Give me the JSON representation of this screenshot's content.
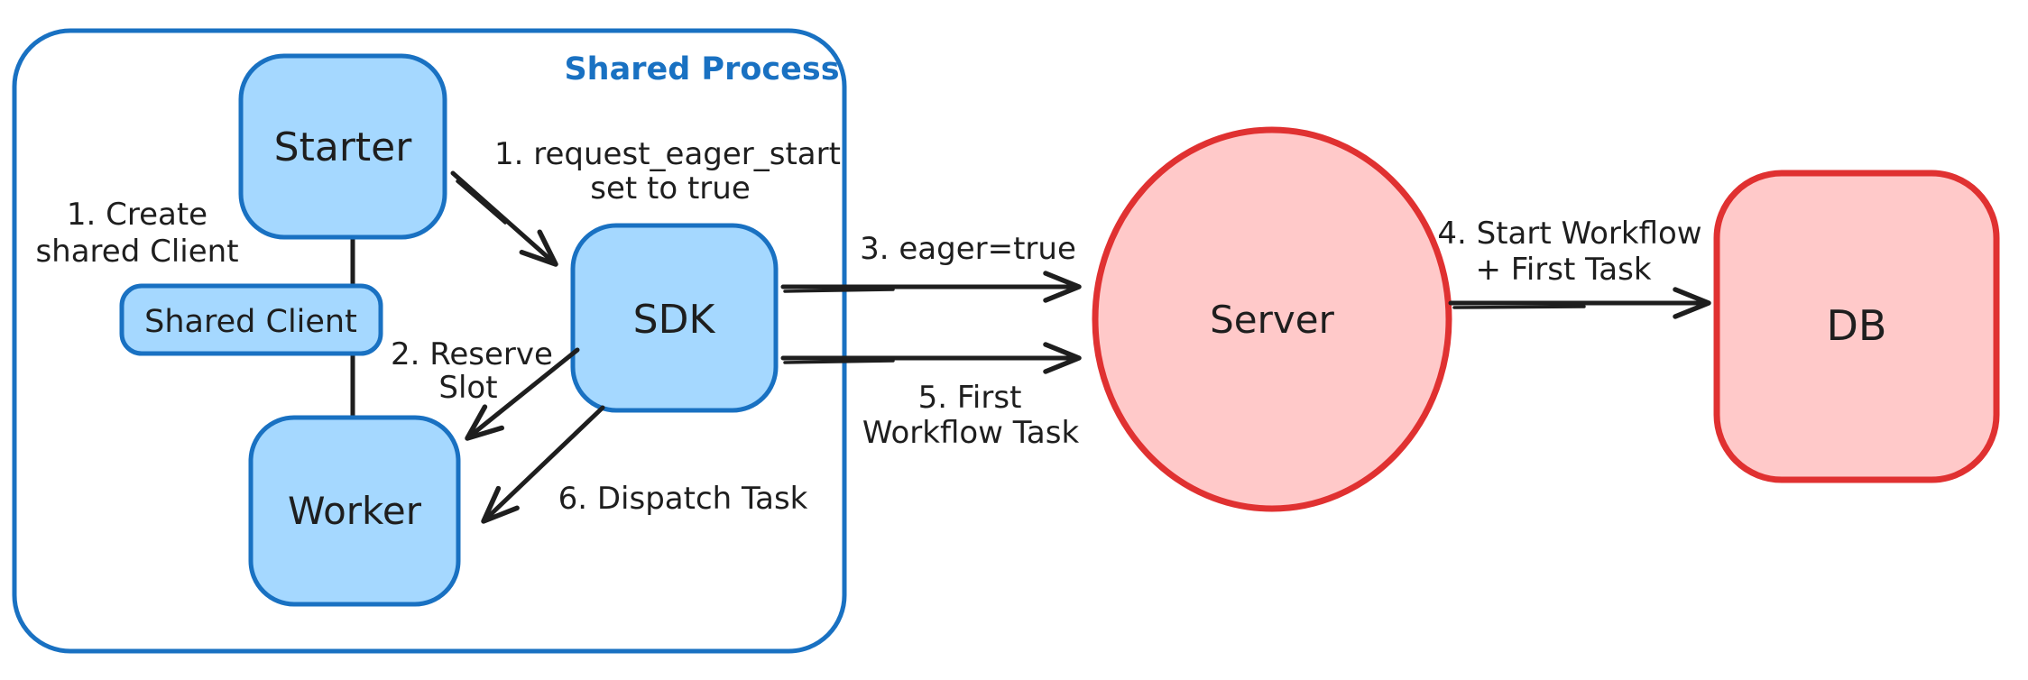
{
  "diagram": {
    "colors": {
      "ink": "#1e1e1e",
      "blue_stroke": "#1971c2",
      "blue_fill": "#a5d8ff",
      "red_stroke": "#e03131",
      "red_fill": "#ffc9c9",
      "background": "#ffffff"
    },
    "container": {
      "label": "Shared Process"
    },
    "nodes": {
      "starter": {
        "label": "Starter",
        "shape": "rounded-rect",
        "fill": "#a5d8ff",
        "stroke": "#1971c2"
      },
      "shared_client": {
        "label": "Shared Client",
        "shape": "rounded-rect",
        "fill": "#a5d8ff",
        "stroke": "#1971c2"
      },
      "worker": {
        "label": "Worker",
        "shape": "rounded-rect",
        "fill": "#a5d8ff",
        "stroke": "#1971c2"
      },
      "sdk": {
        "label": "SDK",
        "shape": "rounded-rect",
        "fill": "#a5d8ff",
        "stroke": "#1971c2"
      },
      "server": {
        "label": "Server",
        "shape": "ellipse",
        "fill": "#ffc9c9",
        "stroke": "#e03131"
      },
      "db": {
        "label": "DB",
        "shape": "rounded-rect",
        "fill": "#ffc9c9",
        "stroke": "#e03131"
      }
    },
    "annotations": {
      "create_shared_client": {
        "line1": "1. Create",
        "line2": "shared Client"
      },
      "request_eager_start": {
        "line1": "1. request_eager_start",
        "line2": "set to true"
      },
      "reserve_slot": {
        "line1": "2. Reserve",
        "line2": "Slot"
      },
      "dispatch_task": {
        "label": "6. Dispatch Task"
      },
      "eager_true": {
        "label": "3. eager=true"
      },
      "first_workflow_task": {
        "line1": "5. First",
        "line2": "Workflow Task"
      },
      "start_workflow": {
        "line1": "4. Start Workflow",
        "line2": "+ First Task"
      }
    },
    "edges": [
      {
        "from": "starter",
        "to": "shared_client",
        "style": "plain-line",
        "annotation": "create_shared_client"
      },
      {
        "from": "shared_client",
        "to": "worker",
        "style": "plain-line",
        "annotation": null
      },
      {
        "from": "starter",
        "to": "sdk",
        "style": "arrow",
        "annotation": "request_eager_start"
      },
      {
        "from": "sdk",
        "to": "worker",
        "style": "arrow",
        "annotation": "reserve_slot"
      },
      {
        "from": "sdk",
        "to": "worker",
        "style": "arrow",
        "annotation": "dispatch_task"
      },
      {
        "from": "sdk",
        "to": "server",
        "style": "arrow",
        "annotation": "eager_true"
      },
      {
        "from": "sdk",
        "to": "server",
        "style": "arrow",
        "annotation": "first_workflow_task"
      },
      {
        "from": "server",
        "to": "db",
        "style": "arrow",
        "annotation": "start_workflow"
      }
    ]
  }
}
